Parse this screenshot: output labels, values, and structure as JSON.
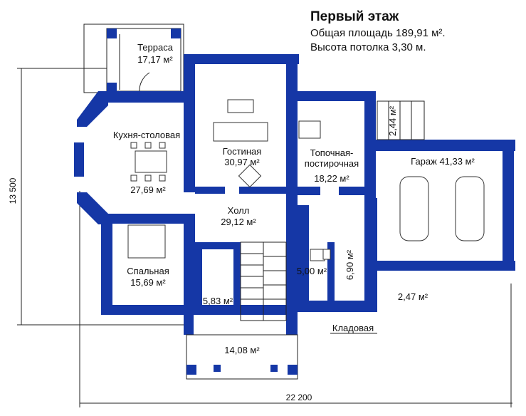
{
  "header": {
    "title": "Первый этаж",
    "area_line": "Общая площадь 189,91 м².",
    "height_line": "Высота потолка 3,30 м."
  },
  "dimensions": {
    "width": "22 200",
    "height": "13 500"
  },
  "rooms": {
    "terrace": {
      "name": "Терраса",
      "area": "17,17 м²"
    },
    "kitchen": {
      "name": "Кухня-столовая",
      "area": "27,69 м²"
    },
    "living": {
      "name": "Гостиная",
      "area": "30,97 м²"
    },
    "boiler": {
      "name1": "Топочная-",
      "name2": "постирочная",
      "area": "18,22 м²"
    },
    "garage": {
      "label": "Гараж 41,33 м²"
    },
    "hall": {
      "name": "Холл",
      "area": "29,12 м²"
    },
    "bedroom": {
      "name": "Спальная",
      "area": "15,69 м²"
    },
    "small_room": {
      "area": "5,83 м²"
    },
    "bath": {
      "area": "5,00 м²"
    },
    "storage_small": {
      "area": "6,90 м²"
    },
    "stair_top": {
      "area": "2,44 м²"
    },
    "vestibule": {
      "area": "2,47 м²"
    },
    "porch": {
      "area": "14,08 м²"
    },
    "pantry": {
      "name": "Кладовая"
    }
  },
  "colors": {
    "wall": "#1537a6",
    "background": "#ffffff",
    "line": "#222222"
  }
}
